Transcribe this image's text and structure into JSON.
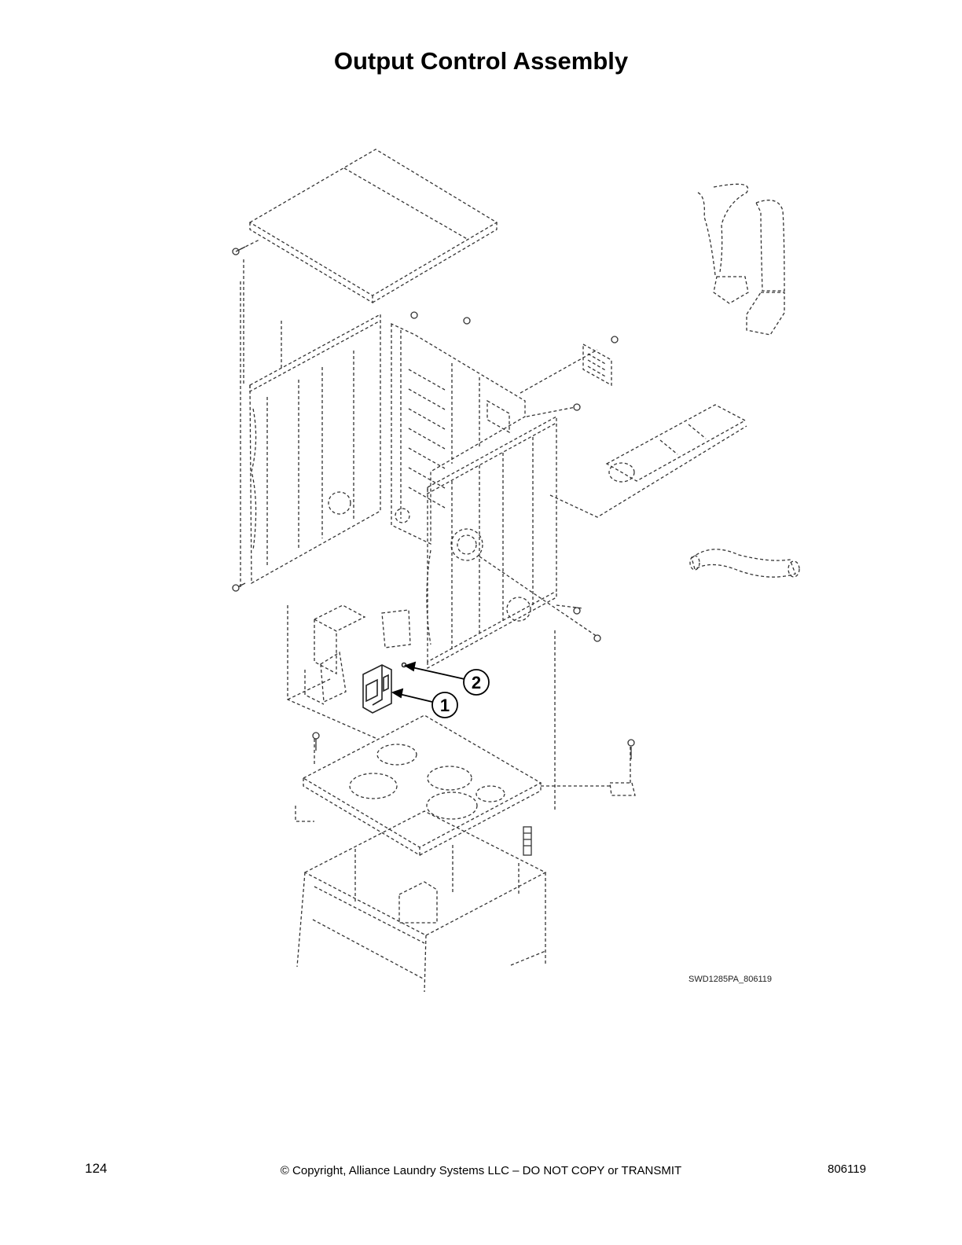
{
  "page": {
    "title": "Output Control Assembly",
    "drawing_id": "SWD1285PA_806119",
    "footer": {
      "page_number": "124",
      "copyright": "© Copyright, Alliance Laundry Systems LLC – DO NOT COPY or TRANSMIT",
      "doc_number": "806119"
    }
  },
  "callouts": [
    {
      "number": "1",
      "part": "output control assembly"
    },
    {
      "number": "2",
      "part": "screw"
    }
  ],
  "colors": {
    "line": "#333333",
    "text": "#000000",
    "background": "#ffffff"
  }
}
